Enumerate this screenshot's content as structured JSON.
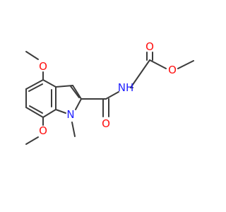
{
  "molecule": {
    "atom_color_oxygen": "#ff0d0d",
    "atom_color_nitrogen": "#2121ff",
    "bond_color": "#3c3c3c",
    "labels": {
      "ester_carbonyl_oxygen": "O",
      "ester_ether_oxygen": "O",
      "amide_nitrogen": "NH",
      "amide_carbonyl_oxygen": "O",
      "ring_nitrogen": "N",
      "methoxy_oxygen_top": "O",
      "methoxy_oxygen_bottom": "O"
    }
  }
}
